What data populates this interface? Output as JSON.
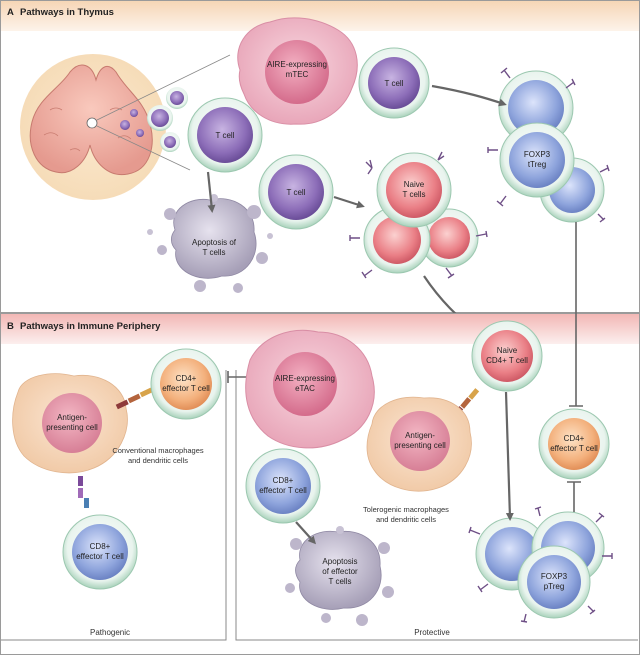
{
  "panel_a": {
    "letter": "A",
    "title": "Pathways in Thymus",
    "labels": {
      "aire_mtec": [
        "AIRE-expressing",
        "mTEC"
      ],
      "t_cell_top": "T cell",
      "t_cell_left": "T cell",
      "t_cell_mid": "T cell",
      "naive_t_cells": [
        "Naive",
        "T cells"
      ],
      "apoptosis_t_cells": [
        "Apoptosis of",
        "T cells"
      ],
      "foxp3_ttreg": [
        "FOXP3",
        "tTreg"
      ]
    }
  },
  "panel_b": {
    "letter": "B",
    "title": "Pathways in Immune Periphery",
    "labels": {
      "cd4_effector_left": [
        "CD4+",
        "effector T cell"
      ],
      "apc_left": [
        "Antigen-",
        "presenting cell"
      ],
      "conventional": [
        "Conventional macrophages",
        "and dendritic cells"
      ],
      "cd8_effector_left": [
        "CD8+",
        "effector T cell"
      ],
      "aire_etac": [
        "AIRE-expressing",
        "eTAC"
      ],
      "cd8_effector_mid": [
        "CD8+",
        "effector T cell"
      ],
      "apoptosis_effector": [
        "Apoptosis",
        "of effector",
        "T cells"
      ],
      "naive_cd4": [
        "Naive",
        "CD4+ T cell"
      ],
      "apc_right": [
        "Antigen-",
        "presenting cell"
      ],
      "tolerogenic": [
        "Tolerogenic macrophages",
        "and dendritic cells"
      ],
      "cd4_effector_right": [
        "CD4+",
        "effector T cell"
      ],
      "foxp3_ptreg": [
        "FOXP3",
        "pTreg"
      ]
    },
    "footer": {
      "pathogenic": "Pathogenic",
      "protective": "Protective"
    }
  },
  "colors": {
    "panel_a_header": "#f6d6b6",
    "panel_b_header": "#f2b7b5",
    "t_cell": "#8b6fb3",
    "naive": "#e98a8f",
    "treg": "#8aa0d8",
    "apc": "#f1c5a0",
    "aire": "#e9a9bc",
    "apoptosis": "#b8b1c4",
    "arrow": "#666666"
  }
}
